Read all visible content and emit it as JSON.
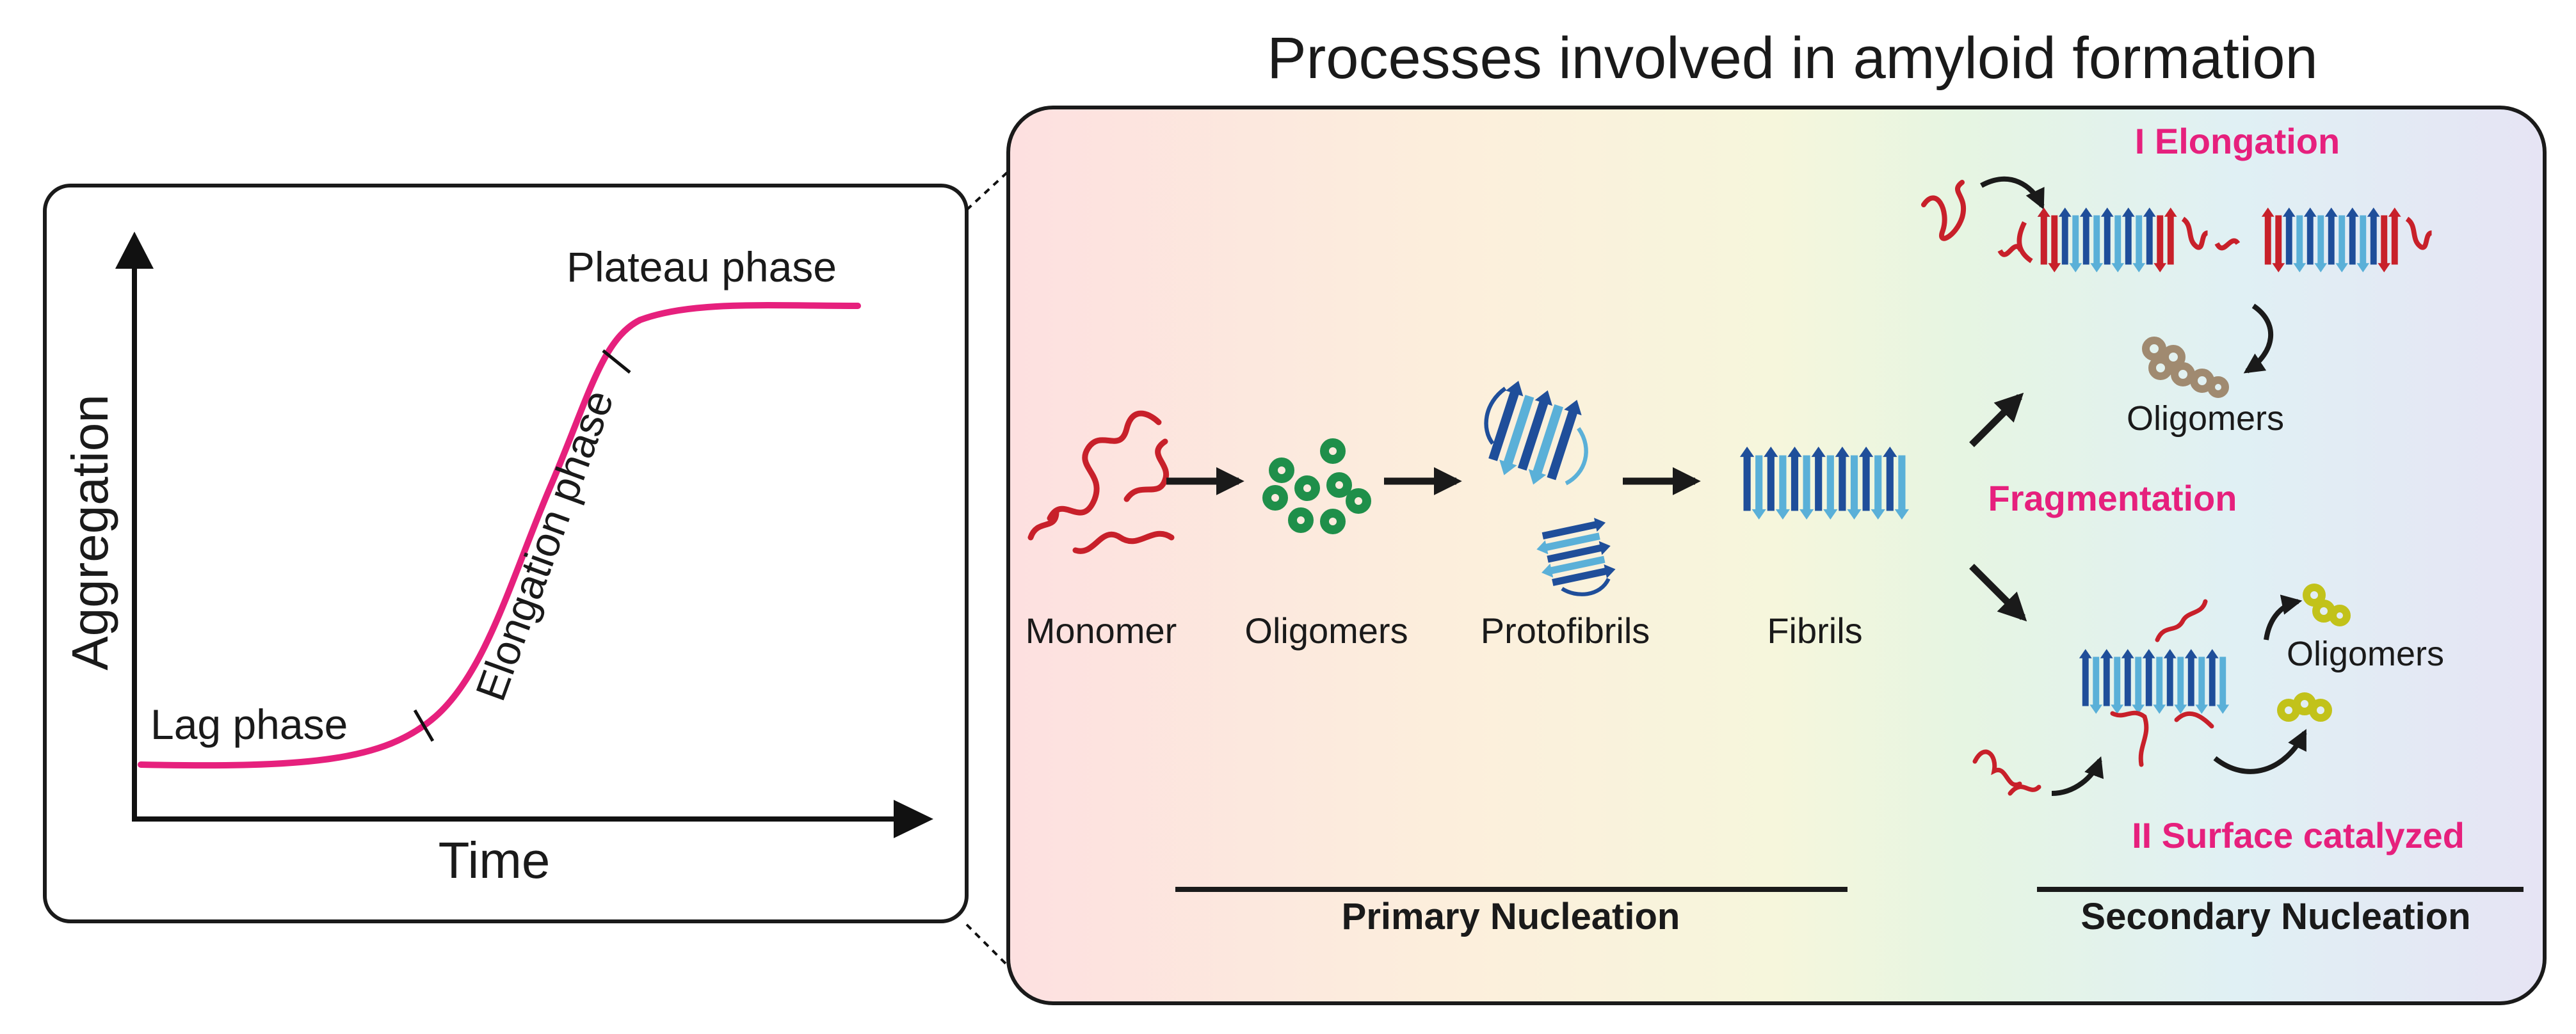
{
  "main_title": "Processes involved in amyloid formation",
  "graph": {
    "y_axis_label": "Aggregation",
    "x_axis_label": "Time",
    "phases": {
      "lag": "Lag phase",
      "elongation": "Elongation phase",
      "plateau": "Plateau phase"
    }
  },
  "primary": {
    "stages": [
      "Monomer",
      "Oligomers",
      "Protofibrils",
      "Fibrils"
    ],
    "section_label": "Primary Nucleation"
  },
  "secondary": {
    "elongation_title": "I Elongation",
    "oligomers_top": "Oligomers",
    "fragmentation": "Fragmentation",
    "oligomers_bottom": "Oligomers",
    "surface_title": "II Surface catalyzed",
    "section_label": "Secondary Nucleation"
  },
  "colors": {
    "curve": "#e6207d",
    "accent_text": "#e6207d",
    "monomer": "#c8202a",
    "oligomer_green": "#1f8f4a",
    "fibril_dark": "#1f4e9a",
    "fibril_light": "#5ab0d8",
    "oligomer_tan": "#a08a70",
    "oligomer_yellow": "#c2c21a"
  }
}
